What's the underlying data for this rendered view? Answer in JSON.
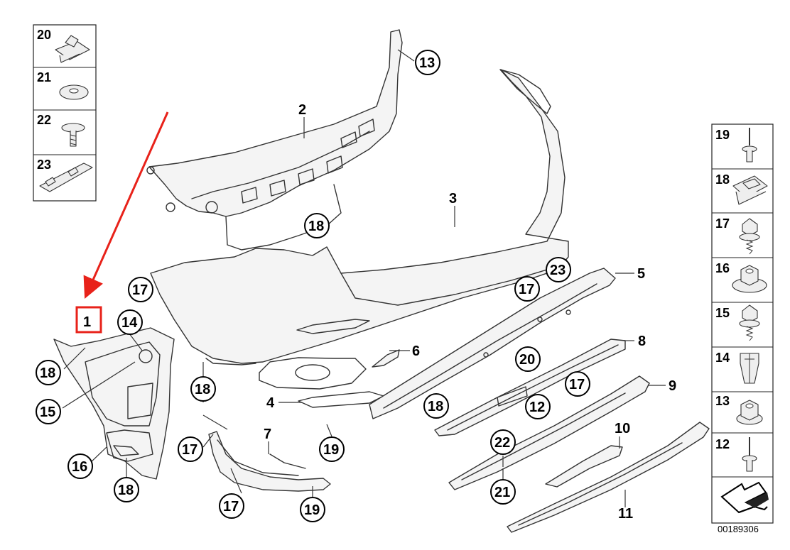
{
  "diagram_id": "00189306",
  "highlight_label": "1",
  "highlight_color": "#e8221a",
  "callouts": {
    "c13": "13",
    "c18a": "18",
    "c17a": "17",
    "c23": "23",
    "c17b": "17",
    "c14": "14",
    "c18b": "18",
    "c15": "15",
    "c20": "20",
    "c17c": "17",
    "c18c": "18",
    "c12": "12",
    "c18d": "18",
    "c17d": "17",
    "c16": "16",
    "c18e": "18",
    "c19a": "19",
    "c22": "22",
    "c21": "21",
    "c17e": "17",
    "c19b": "19"
  },
  "labels": {
    "l2": "2",
    "l3": "3",
    "l5": "5",
    "l6": "6",
    "l8": "8",
    "l9": "9",
    "l4": "4",
    "l7": "7",
    "l10": "10",
    "l11": "11"
  },
  "left_legend": [
    {
      "label": "20",
      "icon": "spring-nut-icon"
    },
    {
      "label": "21",
      "icon": "washer-icon"
    },
    {
      "label": "22",
      "icon": "screw-icon"
    },
    {
      "label": "23",
      "icon": "clip-strip-icon"
    }
  ],
  "right_legend": [
    {
      "label": "19",
      "icon": "rivet-icon"
    },
    {
      "label": "18",
      "icon": "spring-nut-icon"
    },
    {
      "label": "17",
      "icon": "collar-screw-icon"
    },
    {
      "label": "16",
      "icon": "hex-nut-icon"
    },
    {
      "label": "15",
      "icon": "collar-screw-icon"
    },
    {
      "label": "14",
      "icon": "expanding-nut-icon"
    },
    {
      "label": "13",
      "icon": "hex-nut-icon"
    },
    {
      "label": "12",
      "icon": "rivet-icon"
    },
    {
      "label": "",
      "icon": "arrow-corner-icon"
    }
  ]
}
